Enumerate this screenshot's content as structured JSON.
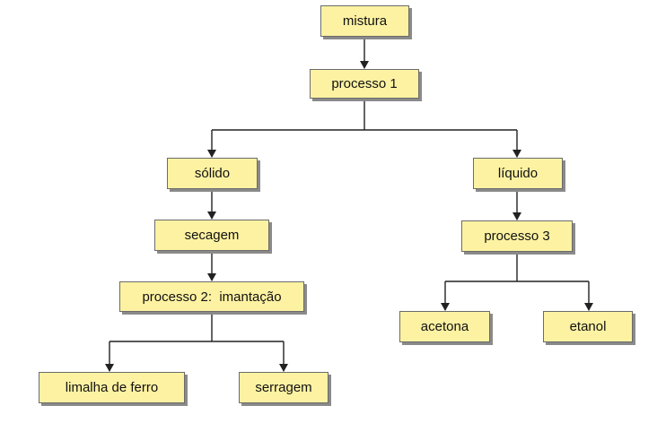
{
  "diagram": {
    "nodes": {
      "mistura": "mistura",
      "processo1": "processo 1",
      "solido": "sólido",
      "liquido": "líquido",
      "secagem": "secagem",
      "processo2": "processo 2:  imantação",
      "processo3": "processo 3",
      "limalha": "limalha de ferro",
      "serragem": "serragem",
      "acetona": "acetona",
      "etanol": "etanol"
    },
    "colors": {
      "box_fill": "#fdf2a2",
      "box_border": "#6b6b6b",
      "shadow": "#8a8a8a",
      "line": "#222222"
    }
  }
}
